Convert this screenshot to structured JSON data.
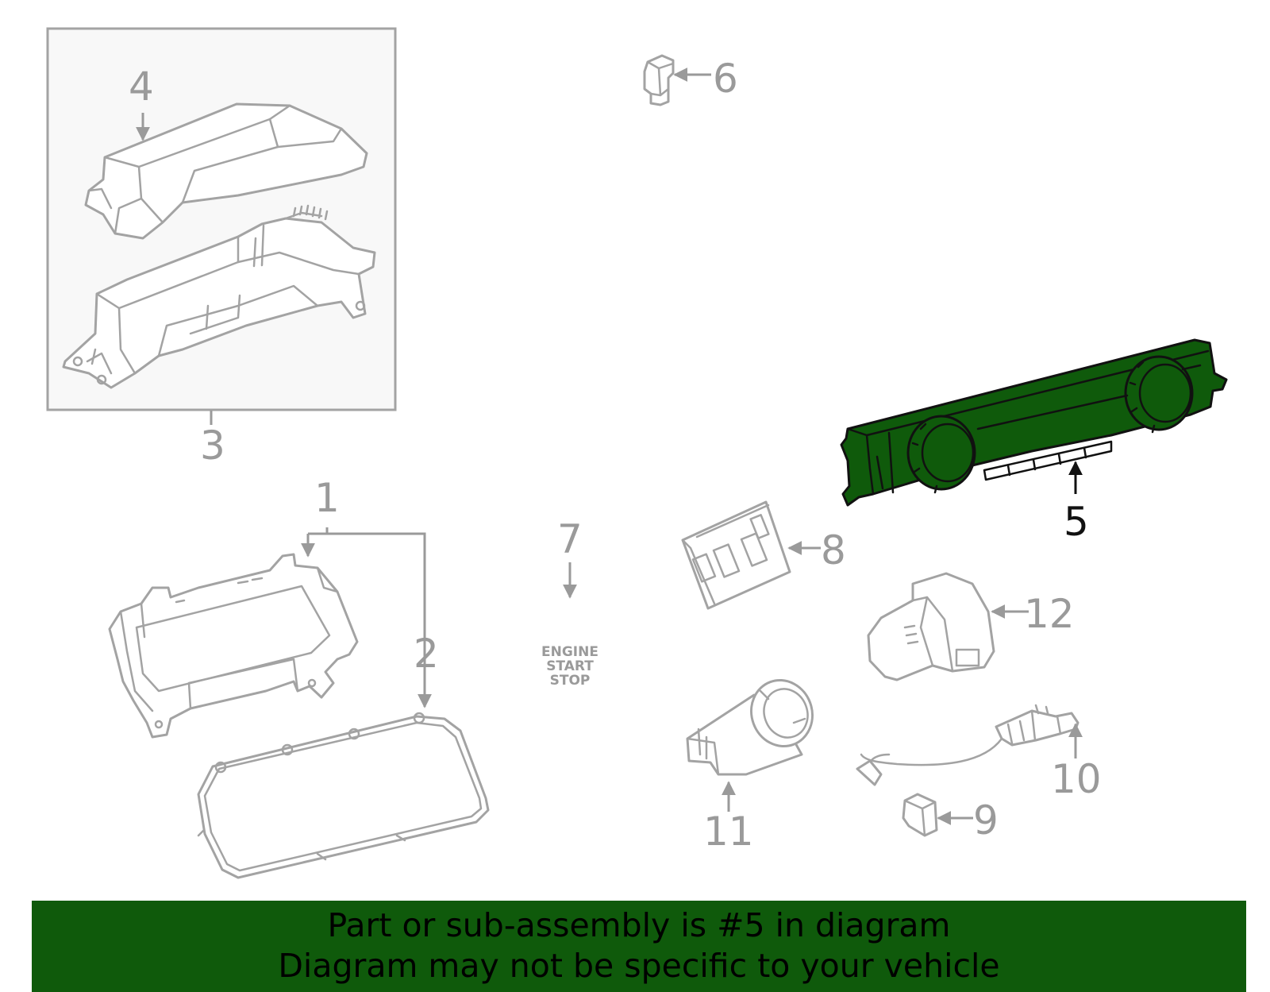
{
  "callouts": {
    "c1": "1",
    "c2": "2",
    "c3": "3",
    "c4": "4",
    "c5": "5",
    "c6": "6",
    "c7": "7",
    "c8": "8",
    "c9": "9",
    "c10": "10",
    "c11": "11",
    "c12": "12"
  },
  "engine_button": {
    "line1": "ENGINE",
    "line2": "START",
    "line3": "STOP"
  },
  "banner": {
    "line1": "Part or sub-assembly is #5 in diagram",
    "line2": "Diagram may not be specific to your vehicle"
  },
  "colors": {
    "highlight": "#0f5a0b",
    "line_gray": "#a3a3a3",
    "text_gray": "#9a9a9a"
  }
}
